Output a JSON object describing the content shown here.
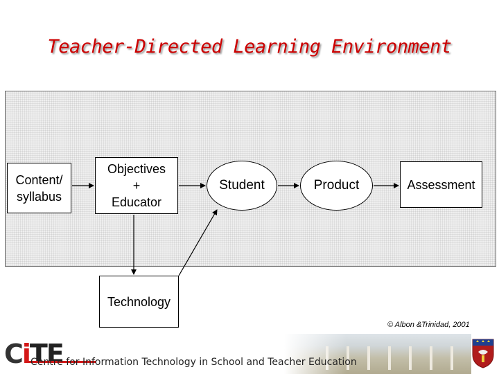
{
  "slide": {
    "title": "Teacher-Directed Learning Environment"
  },
  "diagram": {
    "nodes": {
      "content": "Content/\nsyllabus",
      "objectives": "Objectives\n+\nEducator",
      "student": "Student",
      "product": "Product",
      "assessment": "Assessment",
      "technology": "Technology"
    },
    "copyright": "© Albon &Trinidad, 2001"
  },
  "footer": {
    "logo_c": "C",
    "logo_i": "i",
    "logo_te": "TE",
    "centre_name": "Centre for Information Technology in School and Teacher Education"
  },
  "colors": {
    "title": "#cc0000",
    "logo_accent": "#d41818"
  }
}
